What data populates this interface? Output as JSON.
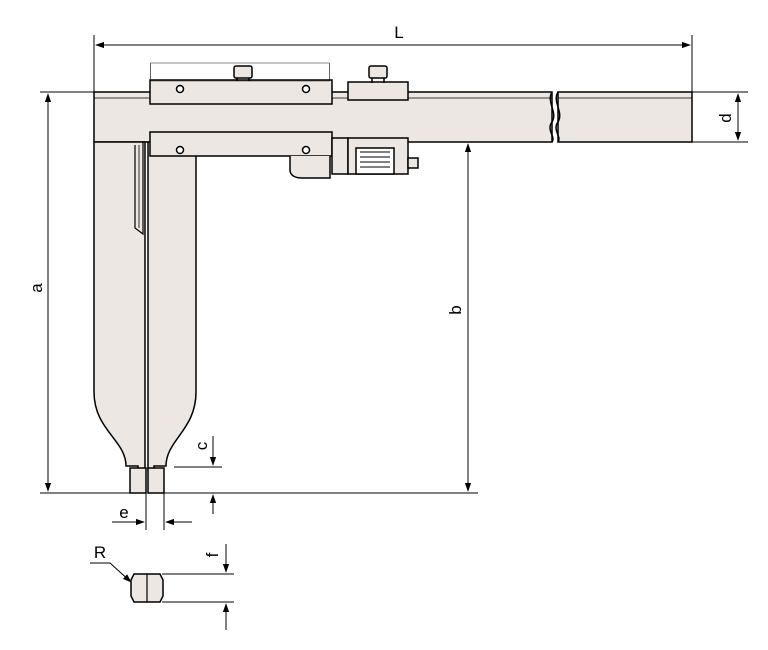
{
  "labels": {
    "L": "L",
    "a": "a",
    "b": "b",
    "c": "c",
    "d": "d",
    "e": "e",
    "f": "f",
    "R": "R"
  },
  "colors": {
    "body_fill": "#ede7e3",
    "line": "#000000",
    "background": "#ffffff"
  }
}
